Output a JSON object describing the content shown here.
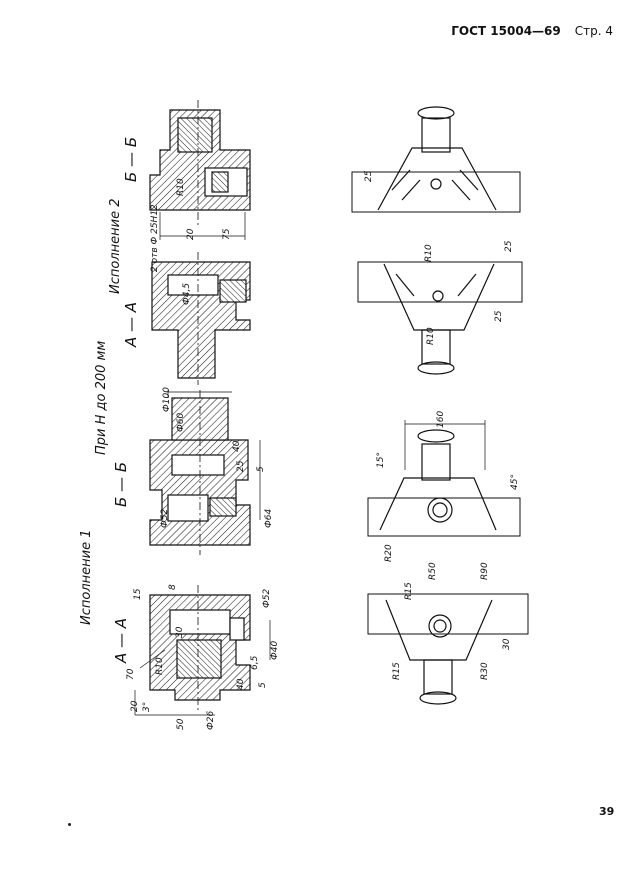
{
  "header": {
    "standard": "ГОСТ 15004—69",
    "page_label": "Стр. 4"
  },
  "page_number": "39",
  "labels": {
    "scope": "При Н до 200 мм",
    "variant1": "Исполнение 1",
    "variant2": "Исполнение 2",
    "section_aa_1": "А — А",
    "section_bb_1": "Б — Б",
    "section_aa_2": "А — А",
    "section_bb_2": "Б — Б"
  },
  "dimensions": {
    "v1_aa": [
      "20",
      "3°",
      "70",
      "R10",
      "15",
      "8",
      "30",
      "50",
      "Ф26",
      "Ф52",
      "Ф40",
      "6,5",
      "5",
      "40"
    ],
    "v1_bb": [
      "Ф100",
      "Ф60",
      "40",
      "25",
      "5",
      "Ф64",
      "Ф52"
    ],
    "v2_aa": [
      "Ф4,5",
      "2 отв Ф 25Н12"
    ],
    "v2_bb": [
      "R10",
      "20",
      "75"
    ],
    "top_views": [
      "160",
      "15°",
      "45°",
      "R20",
      "R90",
      "R50",
      "R15",
      "R15",
      "R30",
      "30",
      "R10",
      "R10",
      "25",
      "25",
      "25"
    ]
  }
}
